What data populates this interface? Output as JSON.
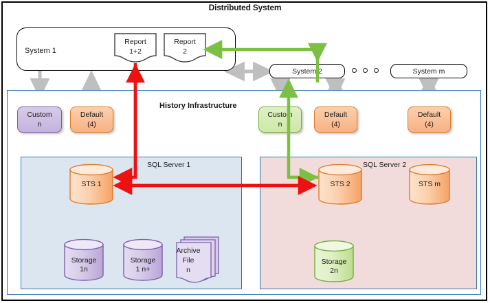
{
  "diagram": {
    "title": "Distributed System",
    "history_title": "History Infrastructure",
    "colors": {
      "red_flow": "#ee1111",
      "green_flow": "#7bc043",
      "gray_flow": "#bfbfbf",
      "panel_border": "#2e75b6",
      "sql1_fill": "#dce6f1",
      "sql2_fill": "#f2dcdb",
      "orange": "#f8b183",
      "purple": "#c4b4de",
      "green": "#cfe8a8"
    }
  },
  "systems": {
    "system1": "System 1",
    "system2": "System 2",
    "systemm": "System m",
    "ellipsis_dots": 3
  },
  "reports": [
    {
      "line1": "Report",
      "line2": "1+2"
    },
    {
      "line1": "Report",
      "line2": "2"
    }
  ],
  "servers": {
    "sql1": "SQL Server 1",
    "sql2": "SQL Server 2"
  },
  "service_boxes": [
    {
      "line1": "Custom",
      "line2": "n",
      "color": "purple"
    },
    {
      "line1": "Default",
      "line2": "(4)",
      "color": "orange"
    },
    {
      "line1": "Custom",
      "line2": "n",
      "color": "green"
    },
    {
      "line1": "Default",
      "line2": "(4)",
      "color": "orange"
    },
    {
      "line1": "Default",
      "line2": "(4)",
      "color": "orange"
    }
  ],
  "sts": [
    {
      "label": "STS 1"
    },
    {
      "label": "STS 2"
    },
    {
      "label": "STS m"
    }
  ],
  "storage": [
    {
      "line1": "Storage",
      "line2": "1n",
      "color": "purple"
    },
    {
      "line1": "Storage",
      "line2": "1 n+",
      "color": "purple"
    },
    {
      "line1": "Storage",
      "line2": "2n",
      "color": "green"
    }
  ],
  "archive": {
    "line1": "Archive",
    "line2": "File",
    "line3": "n"
  }
}
